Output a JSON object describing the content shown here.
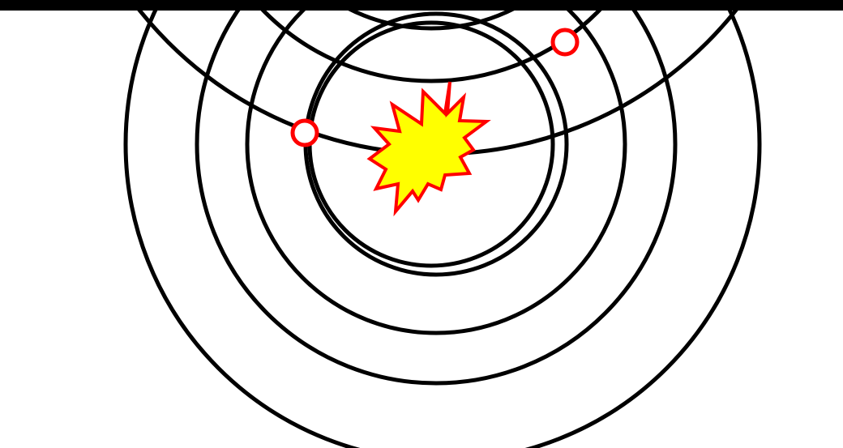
{
  "diagram": {
    "description_kind": "seismic-wavefront-diagram",
    "colors": {
      "background": "#ffffff",
      "surface_line": "#000000",
      "wavefront": "#000000",
      "source_fill": "#ffff00",
      "source_outline": "#ff0000",
      "sensor_fill": "#ffffff",
      "sensor_outline": "#ff0000"
    },
    "wavefront_count": 5,
    "sensor_count": 2,
    "icons": {
      "source": "explosion-icon",
      "sensor": "sensor-circle-icon"
    }
  }
}
